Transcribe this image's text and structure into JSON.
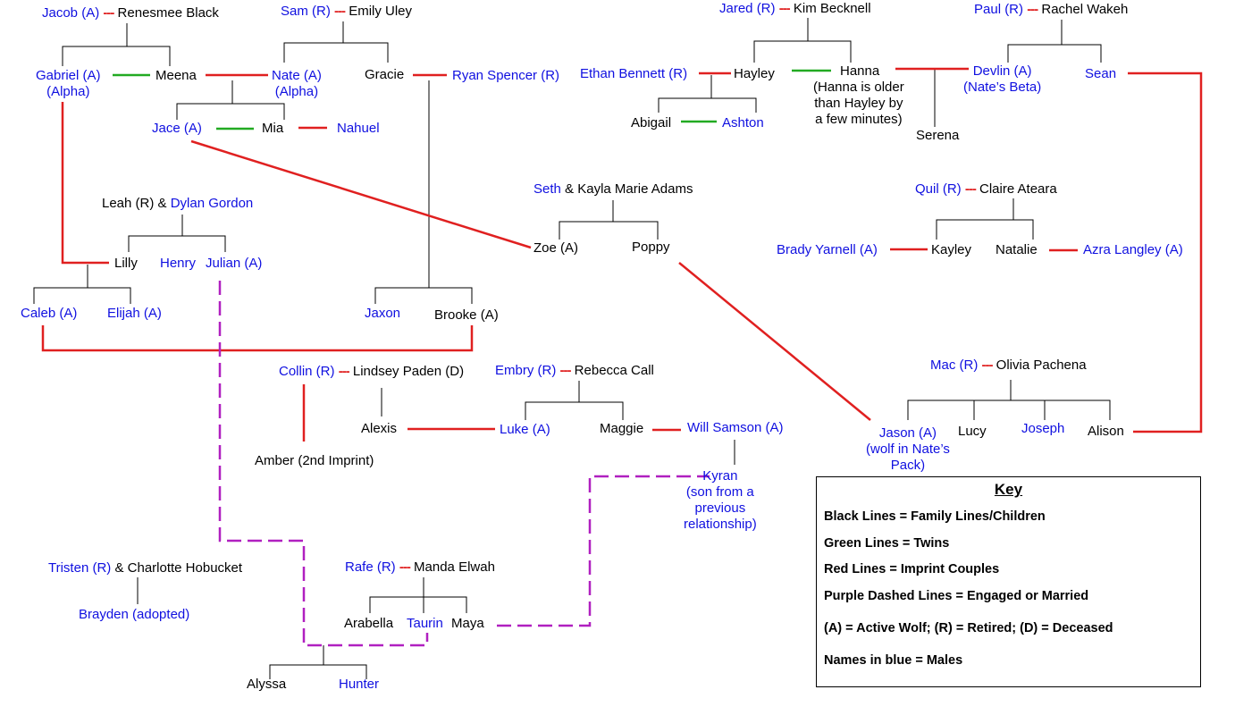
{
  "colors": {
    "male": "#1010e0",
    "female": "#000000",
    "family_line": "#000000",
    "twins_line": "#22aa22",
    "imprint_line": "#e02020",
    "engaged_line": "#b020c0"
  },
  "couples": {
    "jacob_renesmee": {
      "a": "Jacob (A)",
      "sep": "---",
      "b": "Renesmee Black"
    },
    "sam_emily": {
      "a": "Sam (R)",
      "sep": "---",
      "b": "Emily Uley"
    },
    "jared_kim": {
      "a": "Jared (R)",
      "sep": "---",
      "b": "Kim Becknell"
    },
    "paul_rachel": {
      "a": "Paul (R)",
      "sep": "---",
      "b": "Rachel Wakeh"
    },
    "seth_kayla": {
      "a": "Seth",
      "sep": "&",
      "b": "Kayla Marie Adams"
    },
    "quil_claire": {
      "a": "Quil (R)",
      "sep": "---",
      "b": "Claire Ateara"
    },
    "leah_dylan": {
      "a": "Leah (R)",
      "sep": "&",
      "b": "Dylan Gordon"
    },
    "collin_lindsey": {
      "a": "Collin (R)",
      "sep": "---",
      "b": "Lindsey Paden (D)"
    },
    "embry_rebecca": {
      "a": "Embry (R)",
      "sep": "---",
      "b": "Rebecca Call"
    },
    "mac_olivia": {
      "a": "Mac (R)",
      "sep": "---",
      "b": "Olivia Pachena"
    },
    "tristen_charlotte": {
      "a": "Tristen (R)",
      "sep": "&",
      "b": "Charlotte Hobucket"
    },
    "rafe_manda": {
      "a": "Rafe (R)",
      "sep": "---",
      "b": "Manda Elwah"
    }
  },
  "people": {
    "gabriel": "Gabriel (A)\n(Alpha)",
    "meena": "Meena",
    "nate": "Nate (A)\n(Alpha)",
    "gracie": "Gracie",
    "ryan": "Ryan Spencer (R)",
    "jace": "Jace (A)",
    "mia": "Mia",
    "nahuel": "Nahuel",
    "ethan": "Ethan Bennett (R)",
    "hayley": "Hayley",
    "hanna": "Hanna",
    "hanna_note": "(Hanna is older\nthan Hayley by\na few minutes)",
    "devlin": "Devlin (A)\n(Nate’s Beta)",
    "sean": "Sean",
    "abigail": "Abigail",
    "ashton": "Ashton",
    "serena": "Serena",
    "zoe": "Zoe (A)",
    "poppy": "Poppy",
    "brady": "Brady Yarnell (A)",
    "kayley": "Kayley",
    "natalie": "Natalie",
    "azra": "Azra Langley (A)",
    "lilly": "Lilly",
    "henry": "Henry",
    "julian": "Julian (A)",
    "caleb": "Caleb (A)",
    "elijah": "Elijah (A)",
    "jaxon": "Jaxon",
    "brooke": "Brooke (A)",
    "alexis": "Alexis",
    "amber": "Amber (2nd Imprint)",
    "luke": "Luke (A)",
    "maggie": "Maggie",
    "will": "Will Samson (A)",
    "kyran": "Kyran\n(son from a\nprevious\nrelationship)",
    "jason": "Jason (A)\n(wolf in Nate’s\nPack)",
    "lucy": "Lucy",
    "joseph": "Joseph",
    "alison": "Alison",
    "brayden": "Brayden (adopted)",
    "arabella": "Arabella",
    "taurin": "Taurin",
    "maya": "Maya",
    "alyssa": "Alyssa",
    "hunter": "Hunter"
  },
  "key": {
    "title": "Key",
    "lines": [
      "Black Lines = Family Lines/Children",
      "Green Lines = Twins",
      "Red Lines = Imprint Couples",
      "Purple Dashed Lines = Engaged or Married",
      "(A) = Active Wolf; (R) = Retired; (D) = Deceased",
      "Names in blue = Males"
    ]
  }
}
